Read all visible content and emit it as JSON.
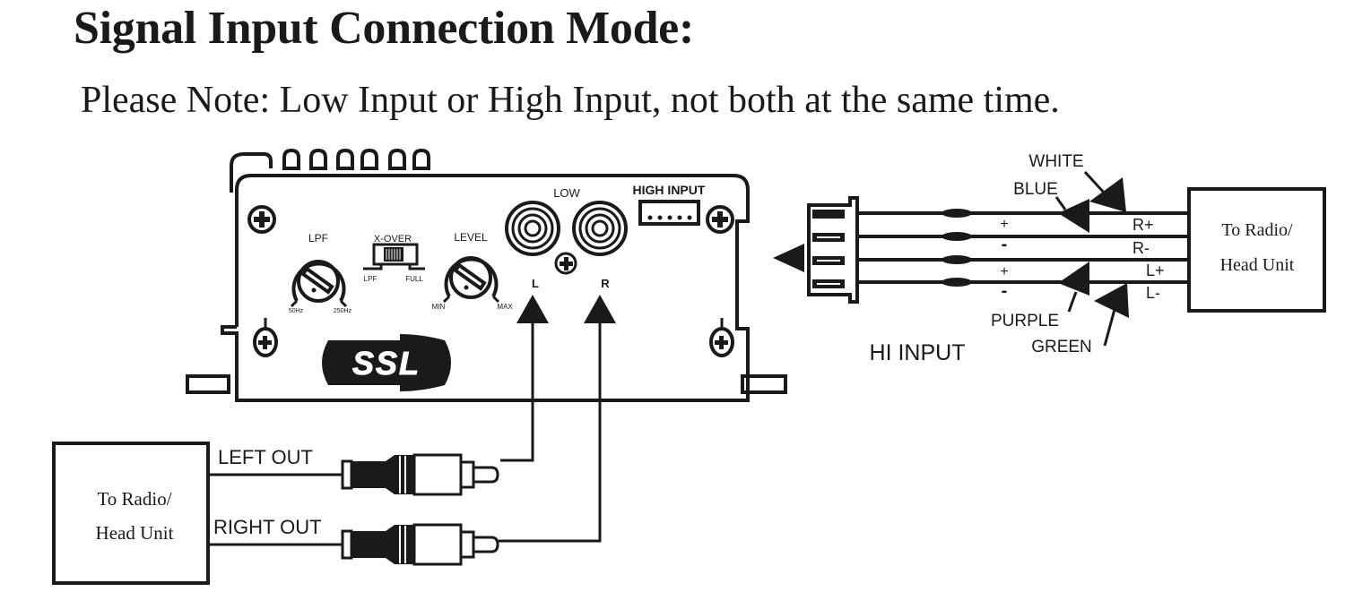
{
  "header": {
    "title": "Signal Input Connection Mode:",
    "note": "Please Note: Low Input or High Input, not both at the same time."
  },
  "amplifier": {
    "brand_logo": "SSL",
    "controls": {
      "lpf": {
        "label": "LPF",
        "min_label": "50Hz",
        "max_label": "250Hz"
      },
      "xover": {
        "label": "X-OVER",
        "left_label": "LPF",
        "right_label": "FULL"
      },
      "level": {
        "label": "LEVEL",
        "min_label": "MIN",
        "max_label": "MAX"
      }
    },
    "low_input": {
      "label": "LOW",
      "left_label": "L",
      "right_label": "R"
    },
    "high_input": {
      "label": "HIGH INPUT"
    }
  },
  "hi_input_harness": {
    "label": "HI INPUT",
    "wires": [
      {
        "color_name": "WHITE",
        "polarity": "+",
        "terminal": "R+"
      },
      {
        "color_name": "BLUE",
        "polarity": "-",
        "terminal": "R-"
      },
      {
        "color_name": "PURPLE",
        "polarity": "+",
        "terminal": "L+"
      },
      {
        "color_name": "GREEN",
        "polarity": "-",
        "terminal": "L-"
      }
    ],
    "plus_sign": "+",
    "minus_sign": "-",
    "terminal_labels": [
      "R+",
      "R-",
      "L+",
      "L-"
    ],
    "head_unit": {
      "line1": "To Radio/",
      "line2": "Head Unit"
    }
  },
  "low_input_wiring": {
    "left_out": "LEFT OUT",
    "right_out": "RIGHT OUT",
    "head_unit": {
      "line1": "To Radio/",
      "line2": "Head Unit"
    }
  }
}
